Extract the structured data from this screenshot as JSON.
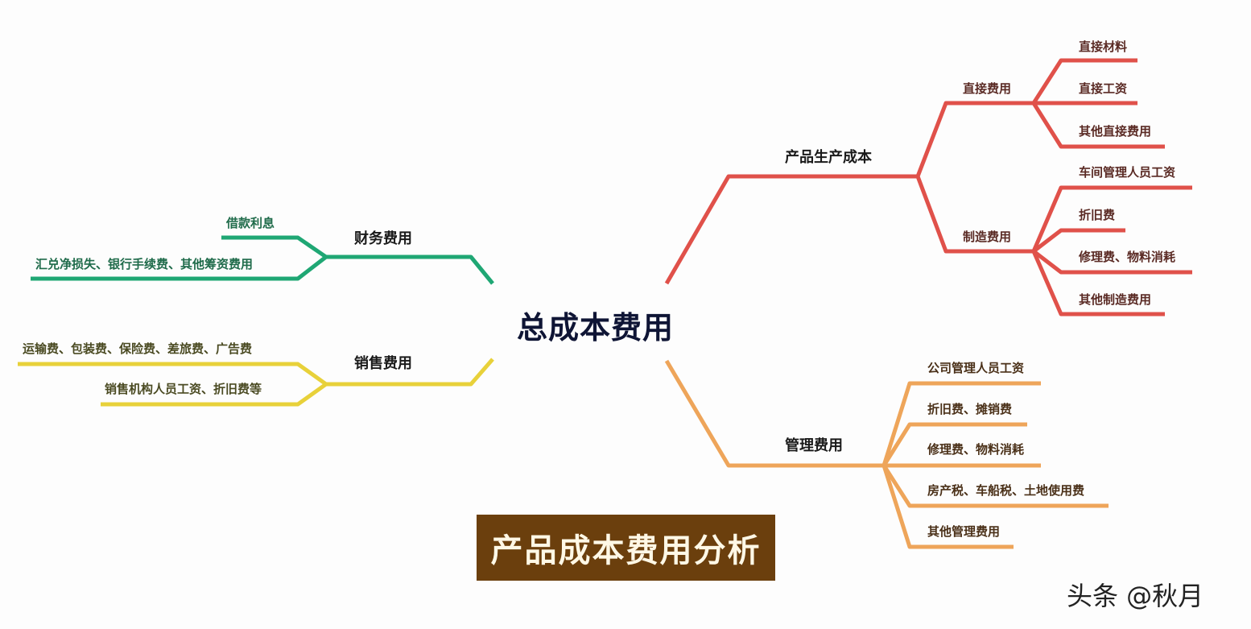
{
  "title": "总成本费用",
  "banner": "产品成本费用分析",
  "watermark": "头条 @秋月",
  "colors": {
    "production": "#e0514a",
    "management": "#eea55a",
    "finance": "#1fa774",
    "sales": "#e8d13a",
    "banner_bg": "#6b3f0d"
  },
  "branches": {
    "production": {
      "label": "产品生产成本",
      "direct": {
        "label": "直接费用",
        "items": [
          "直接材料",
          "直接工资",
          "其他直接费用"
        ]
      },
      "manufacturing": {
        "label": "制造费用",
        "items": [
          "车间管理人员工资",
          "折旧费",
          "修理费、物料消耗",
          "其他制造费用"
        ]
      }
    },
    "management": {
      "label": "管理费用",
      "items": [
        "公司管理人员工资",
        "折旧费、摊销费",
        "修理费、物料消耗",
        "房产税、车船税、土地使用费",
        "其他管理费用"
      ]
    },
    "finance": {
      "label": "财务费用",
      "items": [
        "借款利息",
        "汇兑净损失、银行手续费、其他筹资费用"
      ]
    },
    "sales": {
      "label": "销售费用",
      "items": [
        "运输费、包装费、保险费、差旅费、广告费",
        "销售机构人员工资、折旧费等"
      ]
    }
  }
}
